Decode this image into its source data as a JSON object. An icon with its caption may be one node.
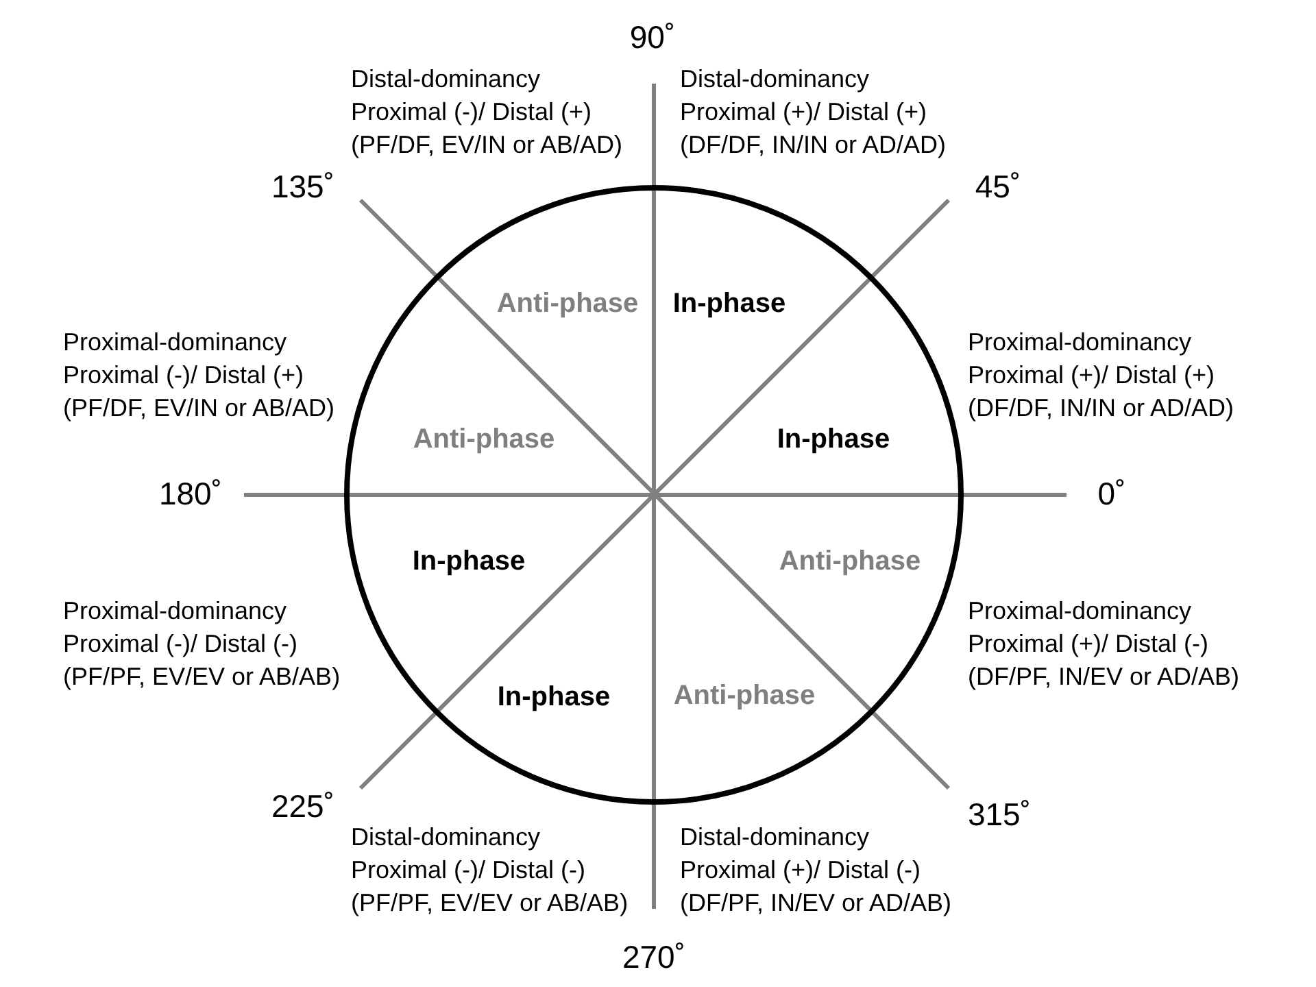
{
  "diagram": {
    "labels": [
      "90˚",
      "Distal-dominancy",
      "Proximal (-)/ Distal (+)",
      "(PF/DF, EV/IN or AB/AD)",
      "Distal-dominancy",
      "Proximal (+)/ Distal (+)",
      "(DF/DF, IN/IN or AD/AD)",
      "135˚",
      "45˚",
      "Anti-phase",
      "In-phase",
      "Proximal-dominancy",
      "Proximal (-)/ Distal (+)",
      "(PF/DF, EV/IN or AB/AD)",
      "Proximal-dominancy",
      "Proximal (+)/ Distal (+)",
      "(DF/DF, IN/IN or AD/AD)",
      "Anti-phase",
      "In-phase",
      "180˚",
      "0˚",
      "In-phase",
      "Anti-phase",
      "Proximal-dominancy",
      "Proximal (-)/ Distal (-)",
      "(PF/PF, EV/EV or AB/AB)",
      "Proximal-dominancy",
      "Proximal (+)/ Distal (-)",
      "(DF/PF, IN/EV or AD/AB)",
      "In-phase",
      "Anti-phase",
      "225˚",
      "315˚",
      "Distal-dominancy",
      "Proximal (-)/ Distal (-)",
      "(PF/PF, EV/EV or AB/AB)",
      "Distal-dominancy",
      "Proximal (+)/ Distal (-)",
      "(DF/PF, IN/EV or AD/AB)",
      "270˚"
    ]
  }
}
